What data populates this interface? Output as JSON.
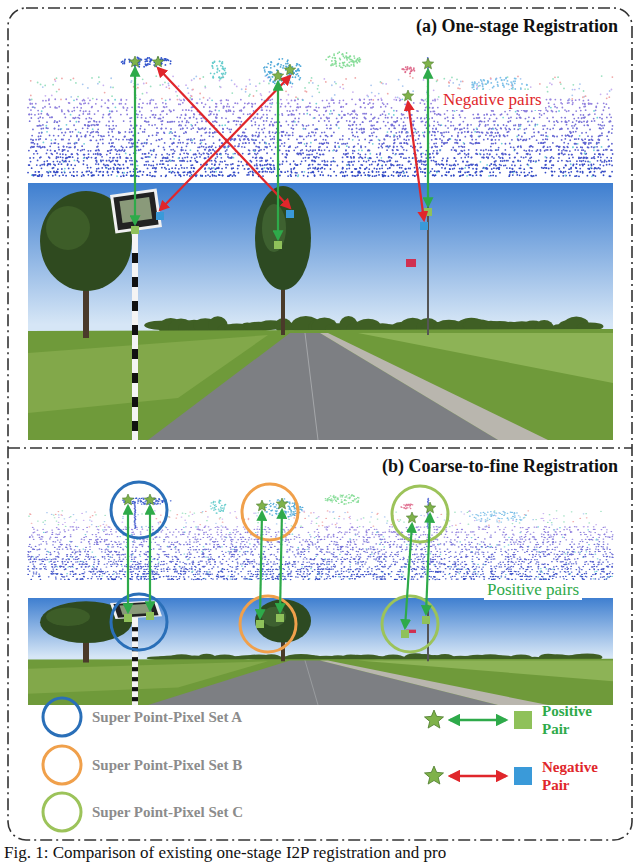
{
  "diagram": {
    "caption": "Fig. 1: Comparison of existing one-stage I2P registration and pro",
    "nodes": [
      {
        "text": [
          "(a) One-stage Registration"
        ]
      },
      {
        "text": [
          "(b) Coarse-to-fine Registration"
        ]
      }
    ],
    "labels": [
      "Negative pairs",
      "Positive pairs"
    ],
    "legend": [
      {
        "text": "Super Point-Pixel Set A",
        "color": "#2a6fb8"
      },
      {
        "text": "Super Point-Pixel Set B",
        "color": "#f0a04b"
      },
      {
        "text": "Super Point-Pixel Set C",
        "color": "#9cc35a"
      },
      {
        "text": "Positive Pair"
      },
      {
        "text": "Negative Pair"
      }
    ]
  }
}
